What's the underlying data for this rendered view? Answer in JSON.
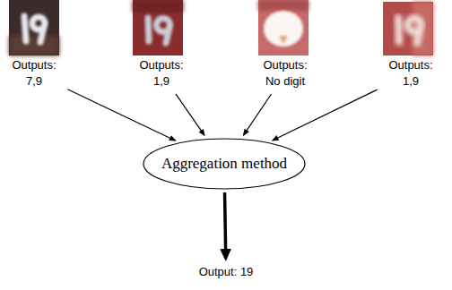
{
  "diagram": {
    "nodes": [
      {
        "text": [
          "Outputs: 7,9"
        ]
      },
      {
        "text": [
          "Outputs: 1,9"
        ]
      },
      {
        "text": [
          "Outputs: No digit"
        ]
      },
      {
        "text": [
          "Outputs: 1,9"
        ]
      },
      {
        "text": [
          "Aggregation method"
        ]
      },
      {
        "text": [
          "Output: 19"
        ]
      }
    ],
    "edges": [
      {
        "from": 0,
        "to": 4,
        "arrow": "to"
      },
      {
        "from": 1,
        "to": 4,
        "arrow": "to"
      },
      {
        "from": 2,
        "to": 4,
        "arrow": "to"
      },
      {
        "from": 3,
        "to": 4,
        "arrow": "to"
      },
      {
        "from": 4,
        "to": 5,
        "arrow": "to"
      }
    ]
  }
}
